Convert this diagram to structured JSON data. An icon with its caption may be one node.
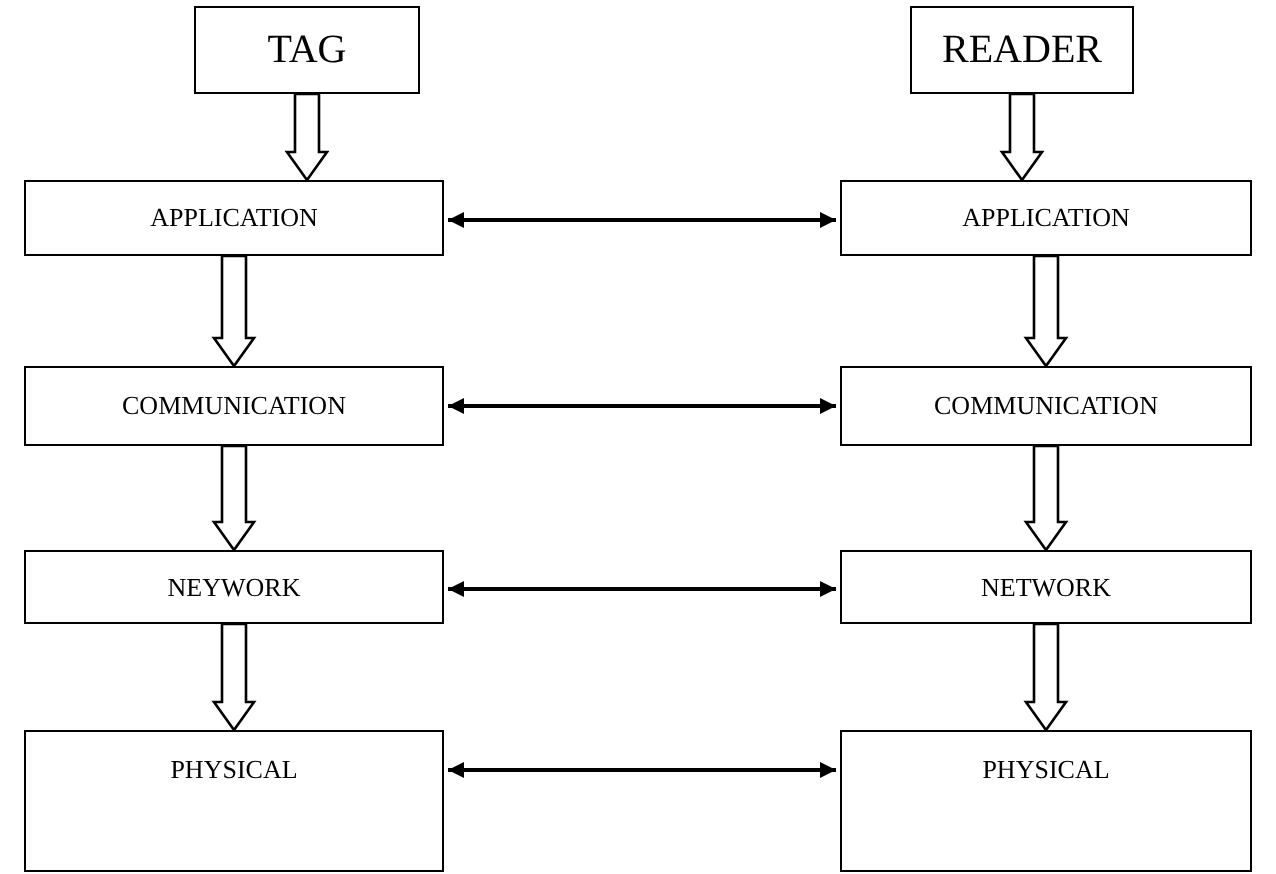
{
  "diagram": {
    "nodes": [
      {
        "text": [
          "TAG"
        ]
      },
      {
        "text": [
          "READER"
        ]
      },
      {
        "text": [
          "APPLICATION"
        ]
      },
      {
        "text": [
          "APPLICATION"
        ]
      },
      {
        "text": [
          "COMMUNICATION"
        ]
      },
      {
        "text": [
          "COMMUNICATION"
        ]
      },
      {
        "text": [
          "NEYWORK"
        ]
      },
      {
        "text": [
          "NETWORK"
        ]
      },
      {
        "text": [
          "PHYSICAL"
        ]
      },
      {
        "text": [
          "PHYSICAL"
        ]
      }
    ],
    "edges": [
      {
        "from": 0,
        "to": 2,
        "arrow": "to",
        "style": "thick"
      },
      {
        "from": 2,
        "to": 4,
        "arrow": "to",
        "style": "thick"
      },
      {
        "from": 4,
        "to": 6,
        "arrow": "to",
        "style": "thick"
      },
      {
        "from": 6,
        "to": 8,
        "arrow": "to",
        "style": "thick"
      },
      {
        "from": 1,
        "to": 3,
        "arrow": "to",
        "style": "thick"
      },
      {
        "from": 3,
        "to": 5,
        "arrow": "to",
        "style": "thick"
      },
      {
        "from": 5,
        "to": 7,
        "arrow": "to",
        "style": "thick"
      },
      {
        "from": 7,
        "to": 9,
        "arrow": "to",
        "style": "thick"
      },
      {
        "from": 2,
        "to": 3,
        "arrow": "both"
      },
      {
        "from": 4,
        "to": 5,
        "arrow": "both"
      },
      {
        "from": 6,
        "to": 7,
        "arrow": "both"
      },
      {
        "from": 8,
        "to": 9,
        "arrow": "both"
      }
    ]
  }
}
